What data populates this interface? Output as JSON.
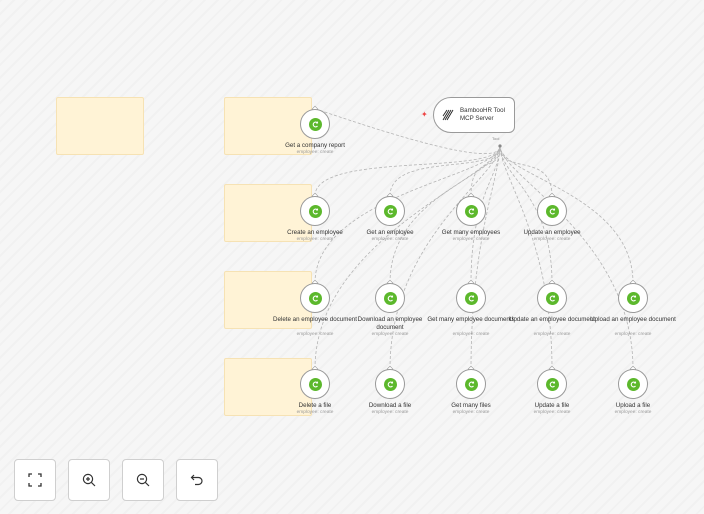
{
  "canvas": {
    "background": "#f6f6f6",
    "edge_color": "#b4b4b4"
  },
  "mcp_server": {
    "line1": "BambooHR Tool",
    "line2": "MCP Server",
    "tool_label": "Tool",
    "icon": "bamboohr-logo-icon",
    "spark_icon": "sparkle-icon"
  },
  "tool_nodes": [
    {
      "id": "company_report",
      "label": "Get a company report",
      "sublabel": "employee: create",
      "icon": "bamboohr-tool-icon"
    },
    {
      "id": "create_employee",
      "label": "Create an employee",
      "sublabel": "employee: create",
      "icon": "bamboohr-tool-icon"
    },
    {
      "id": "get_employee",
      "label": "Get an employee",
      "sublabel": "employee: create",
      "icon": "bamboohr-tool-icon"
    },
    {
      "id": "get_many_employees",
      "label": "Get many employees",
      "sublabel": "employee: create",
      "icon": "bamboohr-tool-icon"
    },
    {
      "id": "update_employee",
      "label": "Update an employee",
      "sublabel": "employee: create",
      "icon": "bamboohr-tool-icon"
    },
    {
      "id": "delete_employee_document",
      "label": "Delete an employee document",
      "sublabel": "employee: create",
      "icon": "bamboohr-tool-icon"
    },
    {
      "id": "download_employee_document",
      "label": "Download an employee document",
      "sublabel": "employee: create",
      "icon": "bamboohr-tool-icon"
    },
    {
      "id": "get_many_employee_documents",
      "label": "Get many employee documents",
      "sublabel": "employee: create",
      "icon": "bamboohr-tool-icon"
    },
    {
      "id": "update_employee_document",
      "label": "Update an employee document",
      "sublabel": "employee: create",
      "icon": "bamboohr-tool-icon"
    },
    {
      "id": "upload_employee_document",
      "label": "Upload an employee document",
      "sublabel": "employee: create",
      "icon": "bamboohr-tool-icon"
    },
    {
      "id": "delete_file",
      "label": "Delete a file",
      "sublabel": "employee: create",
      "icon": "bamboohr-tool-icon"
    },
    {
      "id": "download_file",
      "label": "Download a file",
      "sublabel": "employee: create",
      "icon": "bamboohr-tool-icon"
    },
    {
      "id": "get_many_files",
      "label": "Get many files",
      "sublabel": "employee: create",
      "icon": "bamboohr-tool-icon"
    },
    {
      "id": "update_file",
      "label": "Update a file",
      "sublabel": "employee: create",
      "icon": "bamboohr-tool-icon"
    },
    {
      "id": "upload_file",
      "label": "Upload a file",
      "sublabel": "employee: create",
      "icon": "bamboohr-tool-icon"
    }
  ],
  "sticky_notes": [
    {
      "id": "note_left",
      "text": ""
    },
    {
      "id": "note_row1",
      "text": ""
    },
    {
      "id": "note_row2",
      "text": ""
    },
    {
      "id": "note_row3",
      "text": ""
    },
    {
      "id": "note_row4",
      "text": ""
    }
  ],
  "controls": [
    {
      "id": "fit_view",
      "icon": "fit-view-icon"
    },
    {
      "id": "zoom_in",
      "icon": "zoom-in-icon"
    },
    {
      "id": "zoom_out",
      "icon": "zoom-out-icon"
    },
    {
      "id": "reset",
      "icon": "undo-icon"
    }
  ]
}
